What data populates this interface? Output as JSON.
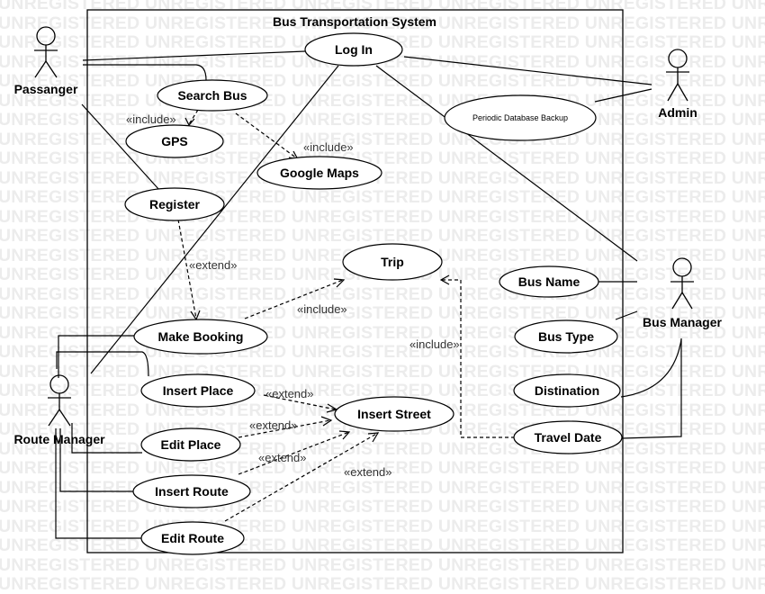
{
  "watermark": "UNREGISTERED",
  "system": {
    "title": "Bus Transportation System"
  },
  "actors": {
    "passenger": "Passanger",
    "admin": "Admin",
    "bus_manager": "Bus Manager",
    "route_manager": "Route Manager"
  },
  "use_cases": {
    "login": "Log In",
    "search_bus": "Search Bus",
    "gps": "GPS",
    "google_maps": "Google Maps",
    "register": "Register",
    "periodic_backup": "Periodic Database Backup",
    "trip": "Trip",
    "bus_name": "Bus Name",
    "bus_type": "Bus Type",
    "destination": "Distination",
    "travel_date": "Travel Date",
    "make_booking": "Make Booking",
    "insert_place": "Insert Place",
    "edit_place": "Edit Place",
    "insert_street": "Insert Street",
    "insert_route": "Insert Route",
    "edit_route": "Edit Route"
  },
  "stereotypes": {
    "include": "«include»",
    "extend": "«extend»"
  }
}
